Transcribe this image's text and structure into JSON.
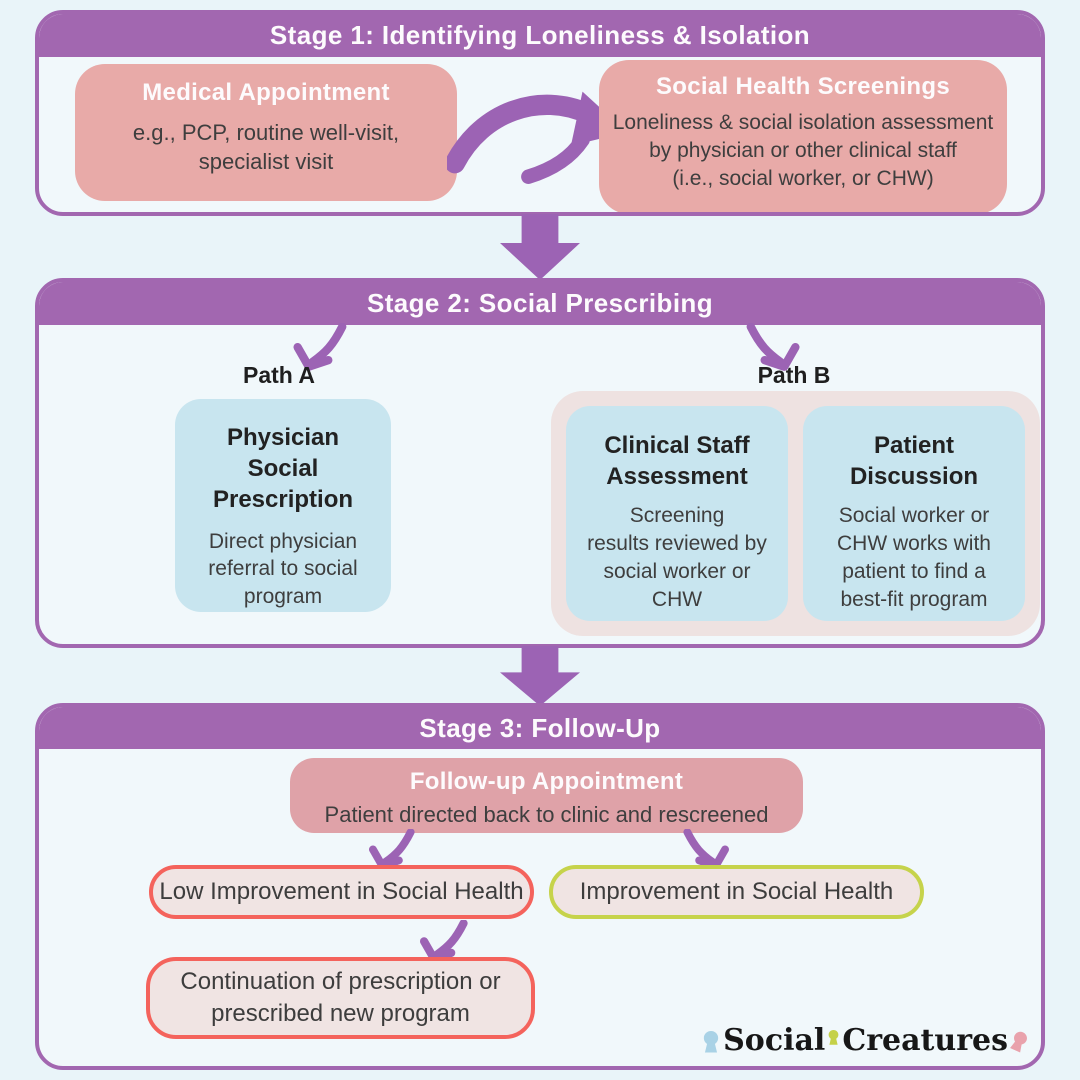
{
  "palette": {
    "bg": "#e9f4f9",
    "panelBg": "#f1f8fb",
    "purple": "#a267b0",
    "arrowPurple": "#9c63b4",
    "pink": "#e8aaa8",
    "pinkFollowup": "#dfa2a8",
    "blue": "#c8e5ef",
    "pathbBg": "#eee2e1",
    "outcomeBg": "#f0e4e3",
    "red": "#f4635c",
    "greenYellow": "#c6d34b",
    "titleDark": "#222222",
    "bodyText": "#3e3e3e",
    "white": "#fdfbfd",
    "logoBlue": "#a9d2e6",
    "logoGreen": "#c5d148",
    "logoPink": "#e9a2ac",
    "logoText": "#171717"
  },
  "icons": {
    "swoosh_right_arrow": "thick purple brush arrow curving right",
    "block_down_arrow": "solid purple block arrow pointing down",
    "curved_down_left_arrow": "purple curved arrow hooking down-left",
    "curved_down_right_arrow": "purple curved arrow hooking down-right",
    "creature": "small creature silhouette (brand mark)"
  },
  "stage1": {
    "title": "Stage 1: Identifying Loneliness & Isolation",
    "medical": {
      "title": "Medical Appointment",
      "body": "e.g., PCP, routine well-visit,\nspecialist visit"
    },
    "screenings": {
      "title": "Social Health Screenings",
      "body": "Loneliness & social isolation assessment\nby physician or other clinical staff\n(i.e., social worker, or CHW)"
    }
  },
  "stage2": {
    "title": "Stage 2: Social Prescribing",
    "path_a_label": "Path A",
    "path_b_label": "Path B",
    "physician": {
      "title": "Physician\nSocial\nPrescription",
      "body": "Direct physician\nreferral to social\nprogram"
    },
    "clinical": {
      "title": "Clinical Staff\nAssessment",
      "body": "Screening\nresults reviewed by\nsocial worker or\nCHW"
    },
    "patient": {
      "title": "Patient\nDiscussion",
      "body": "Social worker or\nCHW works with\npatient to find a\nbest-fit program"
    }
  },
  "stage3": {
    "title": "Stage 3: Follow-Up",
    "followup": {
      "title": "Follow-up Appointment",
      "body": "Patient directed back to clinic and rescreened"
    },
    "low_improvement_label": "Low Improvement in Social Health",
    "improvement_label": "Improvement in Social Health",
    "continuation_label": "Continuation of prescription or\nprescribed new program"
  },
  "logo": {
    "word1": "Social",
    "word2": "Creatures"
  }
}
